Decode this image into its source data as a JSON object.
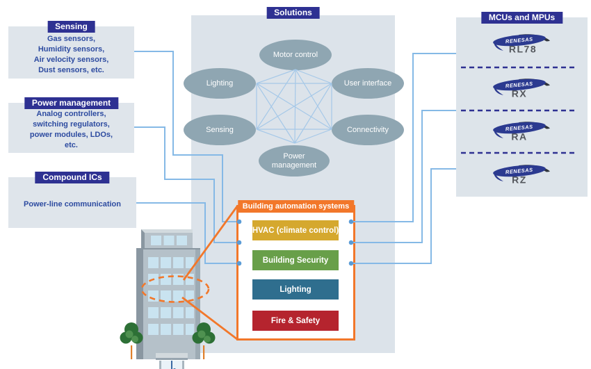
{
  "solutions": {
    "title": "Solutions",
    "nodes": [
      "Motor control",
      "Lighting",
      "User interface",
      "Sensing",
      "Connectivity",
      "Power management"
    ]
  },
  "left_boxes": [
    {
      "title": "Sensing",
      "body": "Gas sensors,\nHumidity sensors,\nAir velocity sensors,\nDust sensors, etc."
    },
    {
      "title": "Power management",
      "body": "Analog controllers,\nswitching regulators,\npower modules, LDOs,\netc."
    },
    {
      "title": "Compound ICs",
      "body": "Power-line communication"
    }
  ],
  "mcus": {
    "title": "MCUs and MPUs",
    "brand": "RENESAS",
    "products": [
      "RL78",
      "RX",
      "RA",
      "RZ"
    ]
  },
  "building_automation": {
    "title": "Building automation systems",
    "systems": [
      {
        "label": "HVAC (climate control)",
        "color": "#d5a82e"
      },
      {
        "label": "Building Security",
        "color": "#689f49"
      },
      {
        "label": "Lighting",
        "color": "#2f6e8e"
      },
      {
        "label": "Fire & Safety",
        "color": "#b5242e"
      }
    ]
  },
  "colors": {
    "header_blue": "#2e3192",
    "accent_orange": "#f2772a",
    "panel_gray": "#dce3ea",
    "node_gray_blue": "#8fa6b2",
    "connector_blue": "#85b9e6",
    "connector_dot_blue": "#5b9cd6",
    "mesh_blue": "#a5c8e8",
    "text_blue": "#2d4ba0"
  }
}
